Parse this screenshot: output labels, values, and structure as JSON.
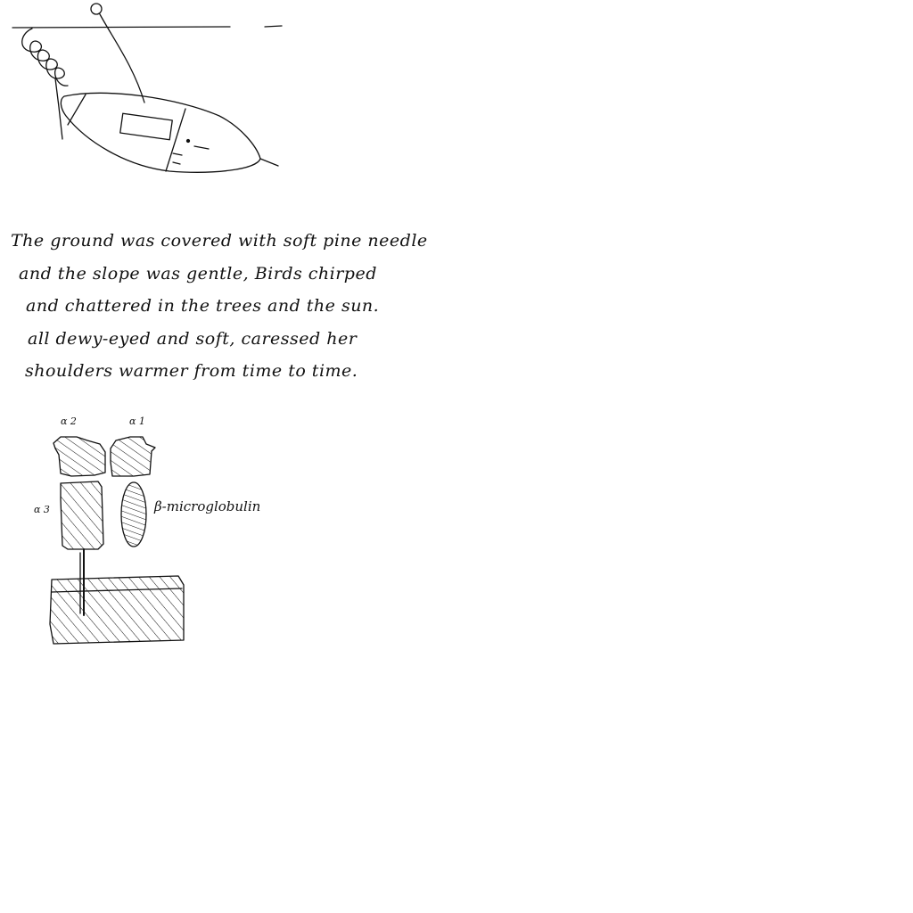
{
  "paragraph": {
    "lines": [
      "The ground was covered with soft pine needle",
      "and the slope was gentle, Birds chirped",
      "and chattered in the trees and the sun.",
      "all dewy-eyed and soft, caressed her",
      "shoulders warmer from time to time."
    ]
  },
  "diagram": {
    "labels": {
      "alpha2": "α 2",
      "alpha1": "α 1",
      "alpha3": "α 3",
      "beta": "β-microglobulin"
    }
  },
  "colors": {
    "ink": "#111111",
    "paper": "#ffffff"
  }
}
